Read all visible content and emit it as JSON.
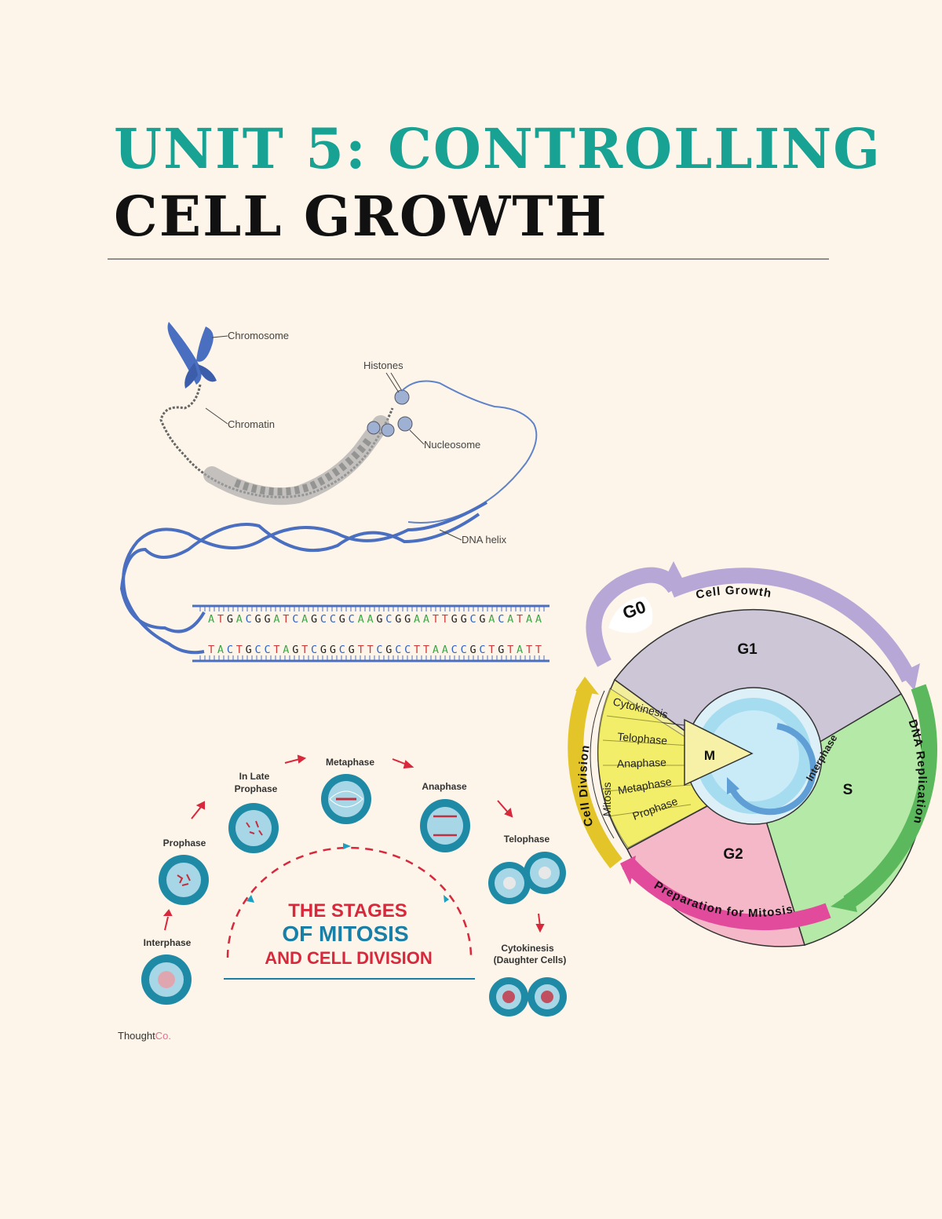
{
  "header": {
    "line1": "UNIT 5: CONTROLLING",
    "line2": "CELL GROWTH"
  },
  "dna_figure": {
    "labels": {
      "chromosome": "Chromosome",
      "histones": "Histones",
      "chromatin": "Chromatin",
      "nucleosome": "Nucleosome",
      "dna_helix": "DNA helix"
    },
    "strand_top": "ATGACGGATCAGCCGCAAGCGGAATTGGCGACATAA",
    "strand_bottom": "TACTGCCTAGTCGGCGTTCGCCTTAACCGCTGTATT",
    "colors": {
      "A": "#3aa845",
      "T": "#d13a3a",
      "G": "#222222",
      "C": "#2f62c4"
    }
  },
  "mitosis_figure": {
    "title_line1": "THE STAGES",
    "title_line2": "OF MITOSIS",
    "title_line3": "AND CELL DIVISION",
    "stages": {
      "interphase": "Interphase",
      "prophase": "Prophase",
      "late_prophase_1": "In Late",
      "late_prophase_2": "Prophase",
      "metaphase": "Metaphase",
      "anaphase": "Anaphase",
      "telophase": "Telophase",
      "cytokinesis_1": "Cytokinesis",
      "cytokinesis_2": "(Daughter Cells)"
    },
    "credit_part1": "Thought",
    "credit_part2": "Co."
  },
  "cell_cycle": {
    "outer": {
      "g0": "G0",
      "cell_growth": "Cell Growth",
      "dna_replication": "DNA Replication",
      "preparation": "Preparation for Mitosis",
      "cell_division": "Cell Division"
    },
    "phases": {
      "g1": "G1",
      "s": "S",
      "g2": "G2",
      "m": "M"
    },
    "mitosis_label": "Mitosis",
    "mitosis_steps": [
      "Cytokinesis",
      "Telophase",
      "Anaphase",
      "Metaphase",
      "Prophase"
    ],
    "interphase": "Interphase",
    "colors": {
      "g1": "#ccc6d6",
      "s": "#b5e9a7",
      "g2": "#f5b8c8",
      "m": "#f3ee9c",
      "growth_arrow": "#b7a7d6",
      "replication_arrow": "#5cb85c",
      "prep_arrow": "#e24a9c",
      "division_arrow": "#e3c52a"
    }
  }
}
